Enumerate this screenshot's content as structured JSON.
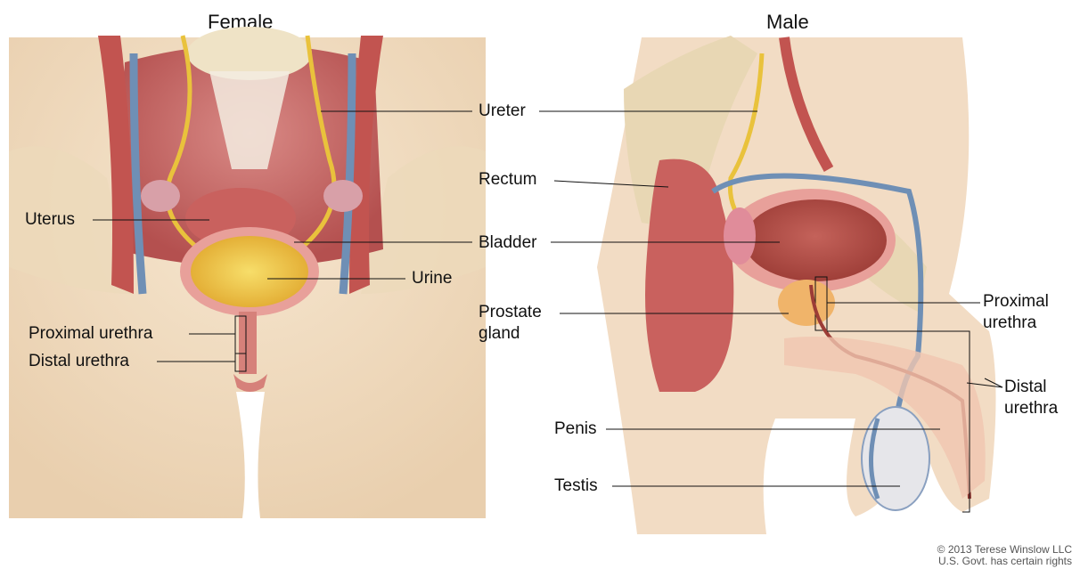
{
  "female": {
    "title": "Female",
    "labels": {
      "uterus": "Uterus",
      "urine": "Urine",
      "proximal_urethra": "Proximal urethra",
      "distal_urethra": "Distal urethra"
    }
  },
  "male": {
    "title": "Male",
    "labels": {
      "proximal_urethra_line1": "Proximal",
      "proximal_urethra_line2": "urethra",
      "distal_urethra_line1": "Distal",
      "distal_urethra_line2": "urethra",
      "penis": "Penis",
      "testis": "Testis"
    }
  },
  "shared": {
    "ureter": "Ureter",
    "rectum": "Rectum",
    "bladder": "Bladder",
    "prostate_line1": "Prostate",
    "prostate_line2": "gland"
  },
  "copyright": {
    "line1": "© 2013 Terese Winslow LLC",
    "line2": "U.S. Govt. has certain rights"
  },
  "colors": {
    "skin": "#f2dcc4",
    "muscle": "#c9615e",
    "bladder_wall": "#e8a09a",
    "urine": "#f0c43a",
    "ureter": "#e9c23c",
    "vein": "#6f8fb5",
    "bone": "#e8d7b4",
    "prostate": "#f0b46a"
  }
}
